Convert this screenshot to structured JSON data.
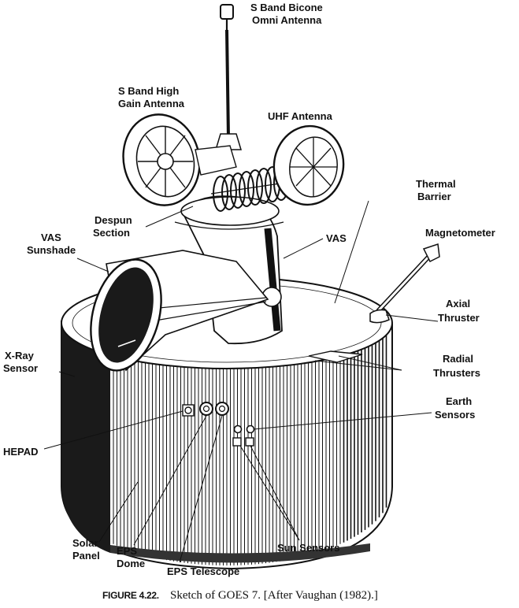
{
  "labels": {
    "s_band_bicone_line1": "S Band Bicone",
    "s_band_bicone_line2": "Omni Antenna",
    "s_band_high_gain_line1": "S Band High",
    "s_band_high_gain_line2": "Gain Antenna",
    "uhf_antenna": "UHF Antenna",
    "thermal_barrier_line1": "Thermal",
    "thermal_barrier_line2": "Barrier",
    "despun_section_line1": "Despun",
    "despun_section_line2": "Section",
    "vas_sunshade_line1": "VAS",
    "vas_sunshade_line2": "Sunshade",
    "vas": "VAS",
    "magnetometer": "Magnetometer",
    "axial_thruster_line1": "Axial",
    "axial_thruster_line2": "Thruster",
    "xray_sensor_line1": "X-Ray",
    "xray_sensor_line2": "Sensor",
    "radial_thrusters_line1": "Radial",
    "radial_thrusters_line2": "Thrusters",
    "earth_sensors_line1": "Earth",
    "earth_sensors_line2": "Sensors",
    "hepad": "HEPAD",
    "solar_panel_line1": "Solar",
    "solar_panel_line2": "Panel",
    "eps_dome_line1": "EPS",
    "eps_dome_line2": "Dome",
    "eps_telescope": "EPS Telescope",
    "sun_sensors": "Sun Sensors"
  },
  "caption": {
    "figure_number": "FIGURE 4.22.",
    "text": "Sketch of GOES 7. [After Vaughan (1982).]"
  },
  "colors": {
    "ink": "#111111",
    "paper": "#ffffff",
    "shade": "#1a1a1a"
  }
}
